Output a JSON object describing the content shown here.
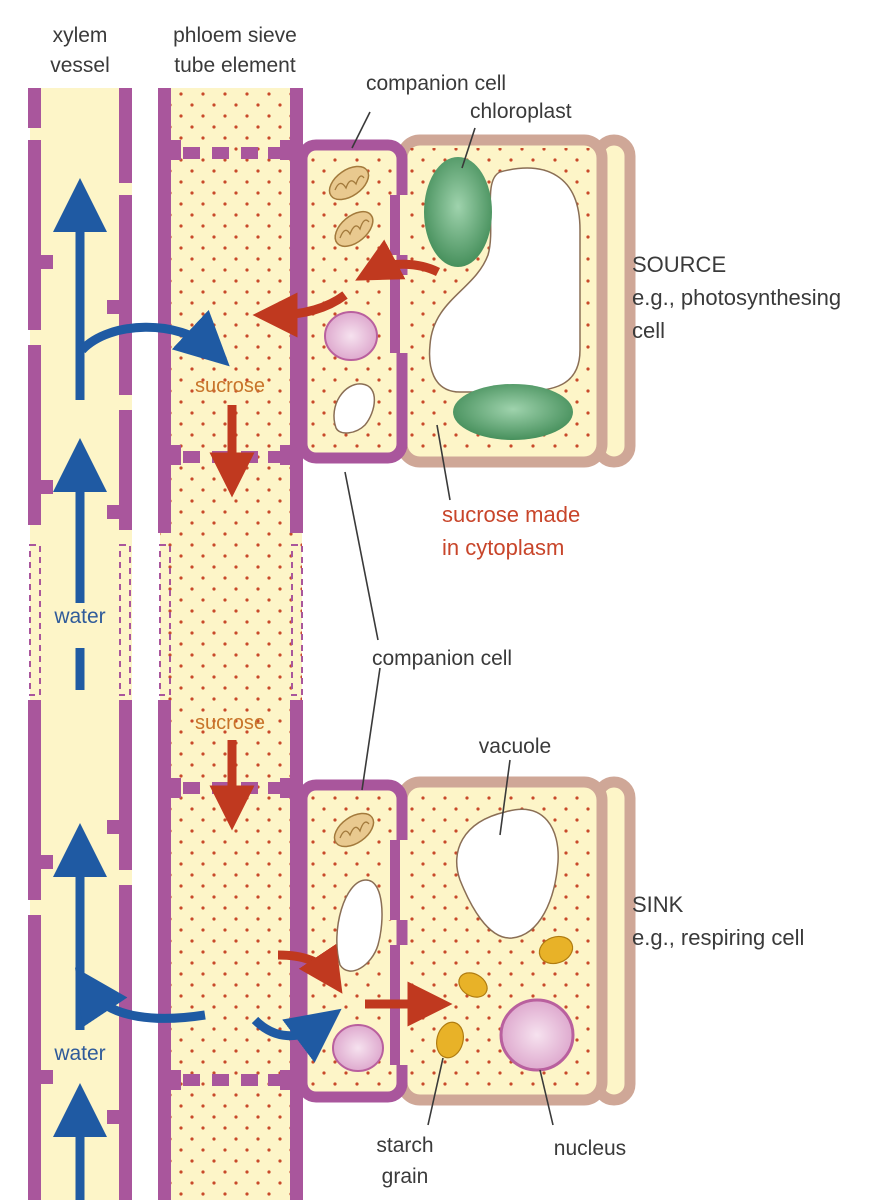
{
  "labels": {
    "xylem_line1": "xylem",
    "xylem_line2": "vessel",
    "phloem_line1": "phloem sieve",
    "phloem_line2": "tube element",
    "companion_top": "companion cell",
    "chloroplast": "chloroplast",
    "source_title": "SOURCE",
    "source_line2": "e.g., photosynthesing",
    "source_line3": "cell",
    "sucrose_upper": "sucrose",
    "sucrose_made_line1": "sucrose made",
    "sucrose_made_line2": "in cytoplasm",
    "water_upper": "water",
    "companion_mid": "companion cell",
    "sucrose_lower": "sucrose",
    "vacuole": "vacuole",
    "sink_title": "SINK",
    "sink_line2": "e.g., respiring cell",
    "water_lower": "water",
    "starch_line1": "starch",
    "starch_line2": "grain",
    "nucleus": "nucleus"
  },
  "colors": {
    "cytoplasm": "#fdf5c8",
    "wall_purple": "#a9569c",
    "wall_tan": "#cfa797",
    "water_arrow": "#1f5aa3",
    "sucrose_arrow": "#c0391f",
    "chloroplast": "#4f9a63",
    "nucleus": "#e7b8d8",
    "starch": "#e8b228",
    "mitochondrion": "#e9c98f"
  }
}
